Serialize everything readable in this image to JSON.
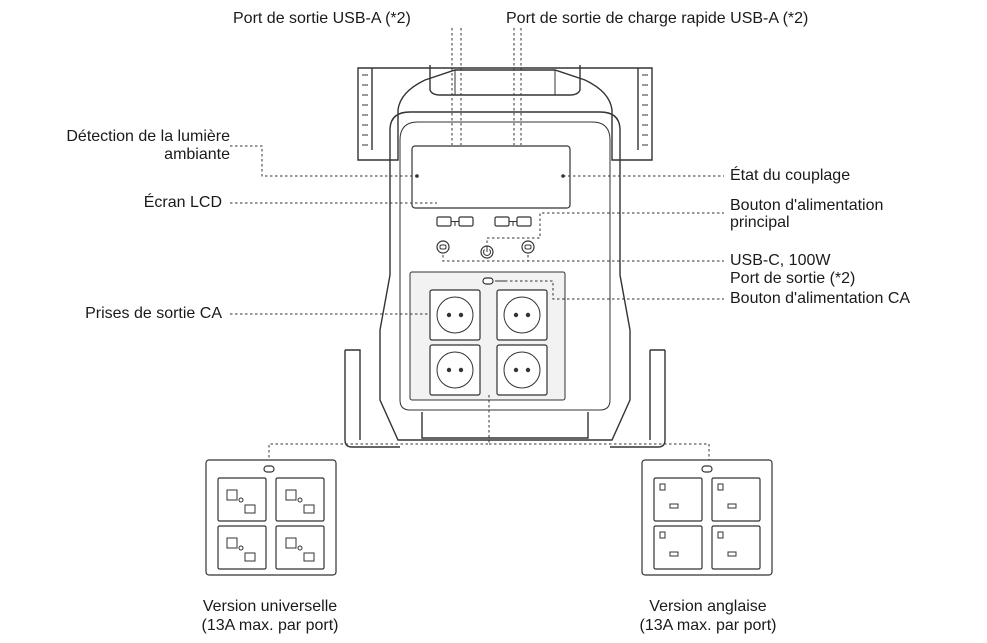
{
  "labels": {
    "usb_a_out": "Port de sortie USB-A (*2)",
    "usb_a_fast": "Port de sortie de charge rapide USB-A (*2)",
    "ambient_light_1": "Détection de la lumière",
    "ambient_light_2": "ambiante",
    "lcd": "Écran LCD",
    "pairing": "État du couplage",
    "main_power_1": "Bouton d'alimentation",
    "main_power_2": "principal",
    "usbc_1": "USB-C, 100W",
    "usbc_2": "Port de sortie (*2)",
    "ac_button": "Bouton d'alimentation CA",
    "ac_outlets": "Prises de sortie CA",
    "universal_1": "Version universelle",
    "universal_2": "(13A max. par port)",
    "uk_1": "Version anglaise",
    "uk_2": "(13A max. par port)"
  },
  "colors": {
    "line": "#333333",
    "text": "#1a1a1a",
    "panel": "#f2f2f2"
  }
}
